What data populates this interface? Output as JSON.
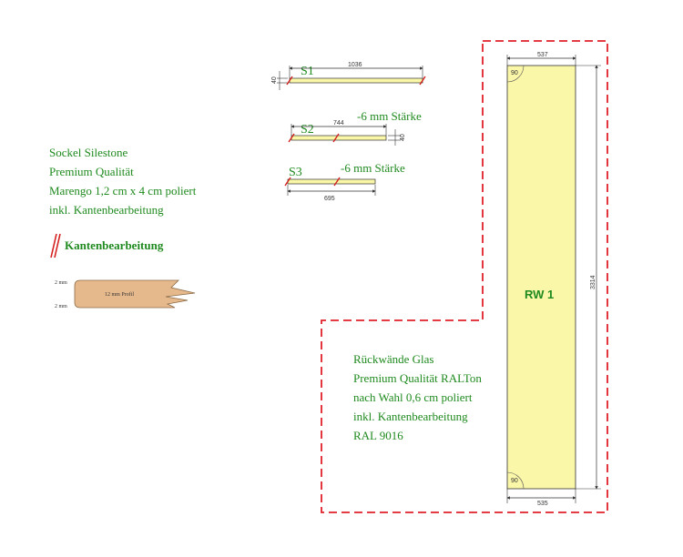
{
  "sockel": {
    "lines": [
      "Sockel Silestone",
      "Premium Qualität",
      "Marengo 1,2 cm x 4 cm poliert",
      "inkl. Kantenbearbeitung"
    ]
  },
  "legend": {
    "title": "Kantenbearbeitung"
  },
  "profile": {
    "label": "12 mm Profil",
    "top_mm": "2 mm",
    "bottom_mm": "2 mm"
  },
  "pieces": [
    {
      "id": "S1",
      "length": "1036",
      "height": "40",
      "note": ""
    },
    {
      "id": "S2",
      "length": "744",
      "height": "40",
      "note": "-6 mm Stärke"
    },
    {
      "id": "S3",
      "length": "695",
      "height": "",
      "note": "-6 mm Stärke"
    }
  ],
  "rw": {
    "label": "RW 1",
    "width_top": "537",
    "width_bottom": "535",
    "height": "3314",
    "angle_top": "90",
    "angle_bottom": "90"
  },
  "glass": {
    "lines": [
      "Rückwände Glas",
      "Premium Qualität RALTon",
      "nach Wahl 0,6 cm poliert",
      "inkl. Kantenbearbeitung",
      "RAL 9016"
    ]
  },
  "colors": {
    "panel_fill": "#fbf7a9",
    "text_green": "#1f8a1f",
    "dashed_border": "#e0202a",
    "edge_mark": "#d42020",
    "wood": "#e6b98c"
  }
}
